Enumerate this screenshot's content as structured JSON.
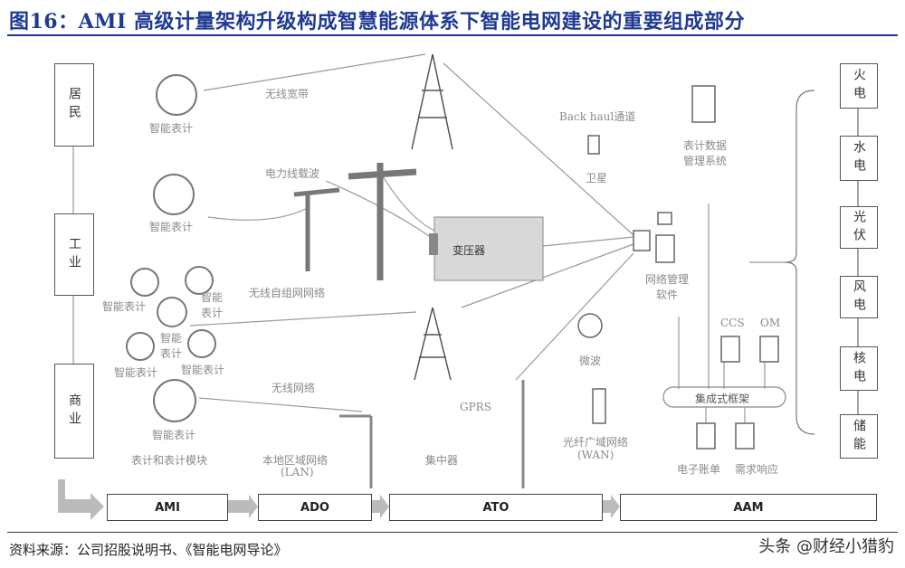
{
  "title": "图16：AMI 高级计量架构升级构成智慧能源体系下智能电网建设的重要组成部分",
  "left_categories": [
    "居民",
    "工业",
    "商业"
  ],
  "right_categories": [
    "火电",
    "水电",
    "光伏",
    "风电",
    "核电",
    "储能"
  ],
  "labels": {
    "smart_meter": "智能表计",
    "wireless_broadband": "无线宽带",
    "power_line_carrier": "电力线载波",
    "transformer": "变压器",
    "wireless_mesh": "无线自组网网络",
    "wireless_network": "无线网络",
    "backhaul": "Back haul通道",
    "satellite": "卫星",
    "mdms": "表计数据管理系统",
    "nms": "网络管理软件",
    "ccs": "CCS",
    "om": "OM",
    "microwave": "微波",
    "gprs": "GPRS",
    "fiber_wan": "光纤广域网络",
    "wan": "(WAN)",
    "integration": "集成式框架",
    "e_bill": "电子账单",
    "demand_response": "需求响应",
    "meter_module": "表计和表计模块",
    "lan": "本地区域网络",
    "lan_abbr": "(LAN)",
    "concentrator": "集中器"
  },
  "stages": [
    "AMI",
    "ADO",
    "ATO",
    "AAM"
  ],
  "source": "资料来源：公司招股说明书、《智能电网导论》",
  "watermark": "头条 @财经小猎豹"
}
